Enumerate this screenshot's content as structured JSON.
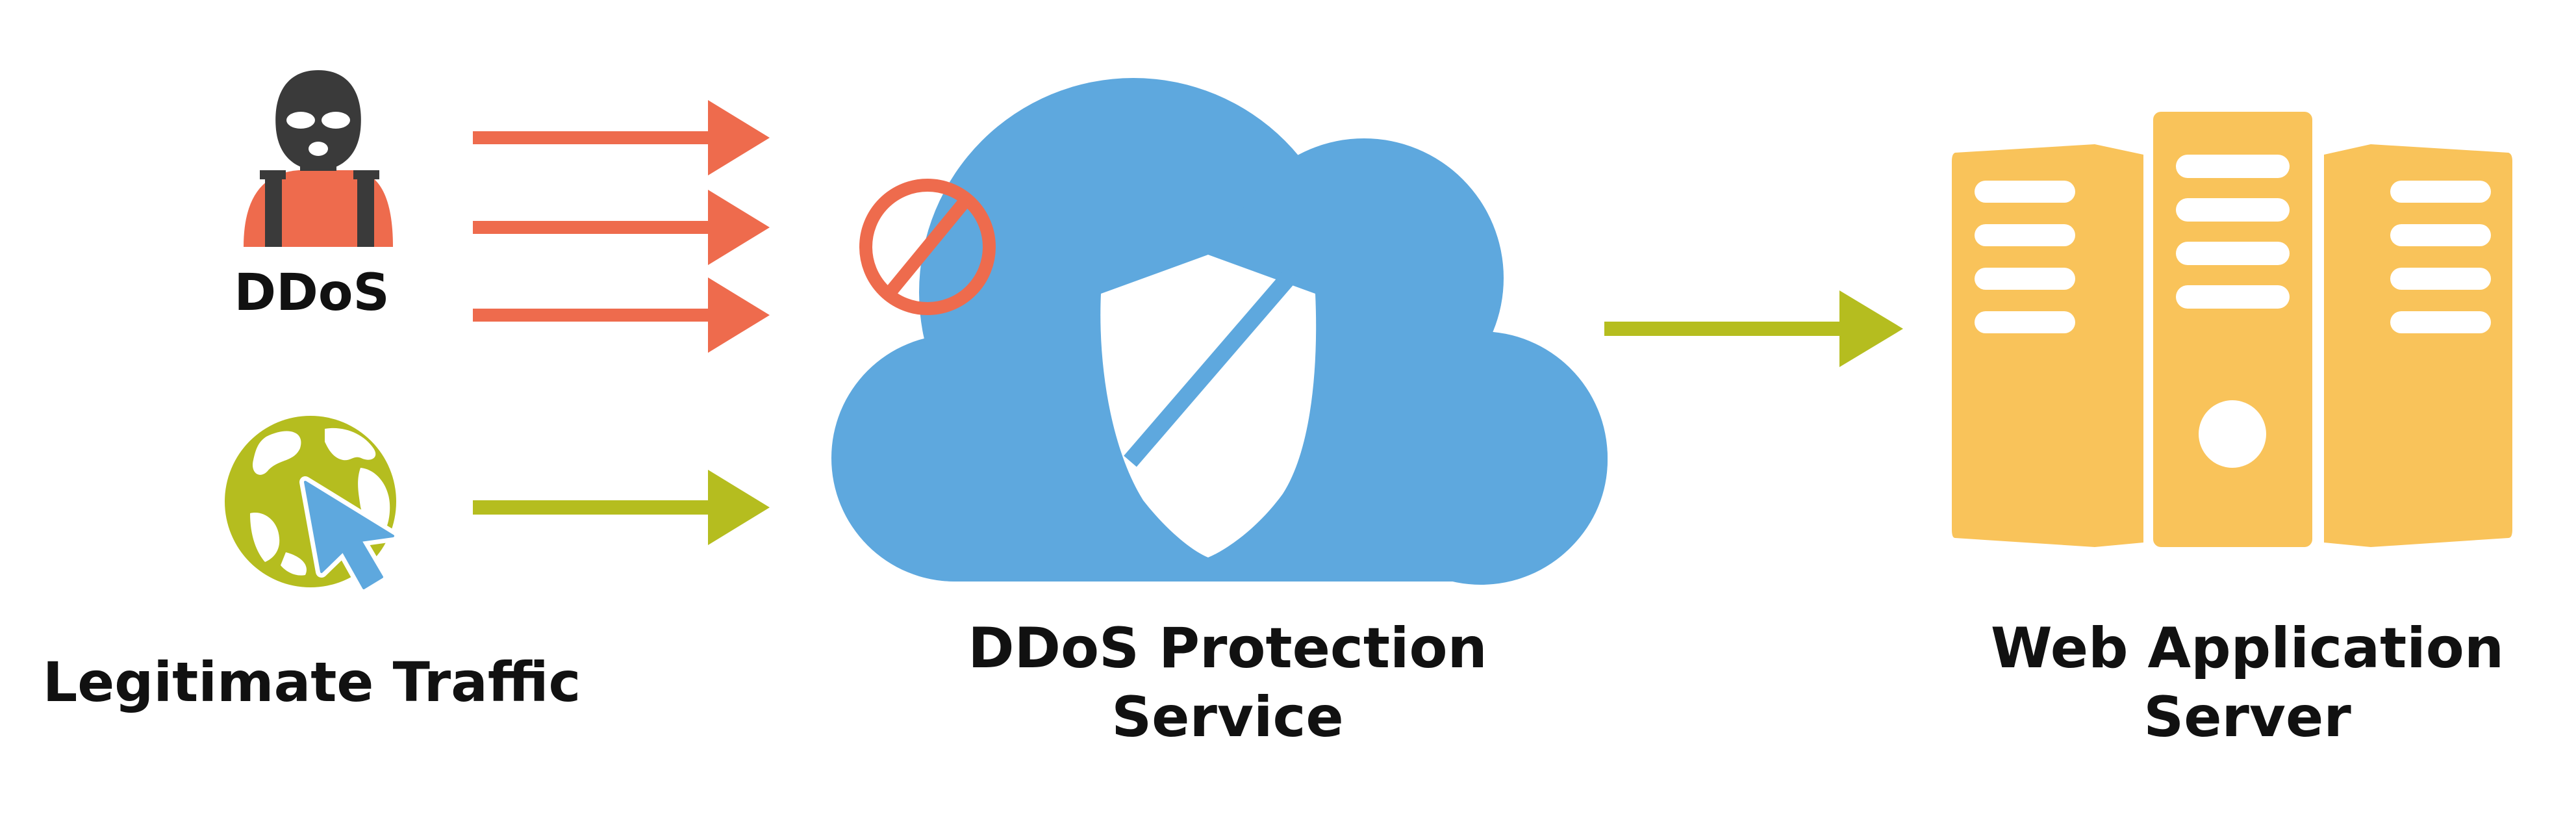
{
  "sources": {
    "attack_label": "DDoS",
    "legit_label": "Legitimate Traffic"
  },
  "protection": {
    "line1": "DDoS Protection",
    "line2": "Service"
  },
  "destination": {
    "line1": "Web Application",
    "line2": "Server"
  },
  "icons": {
    "attacker": "masked-attacker-icon",
    "legit": "globe-cursor-icon",
    "cloud": "cloud-icon",
    "shield": "shield-icon",
    "blocked": "prohibited-icon",
    "server": "server-rack-icon"
  },
  "colors": {
    "attack": "#EE6B4D",
    "legit": "#B5BD1F",
    "cloud": "#5EA8DE",
    "server": "#F9C35A",
    "text": "#111111"
  }
}
